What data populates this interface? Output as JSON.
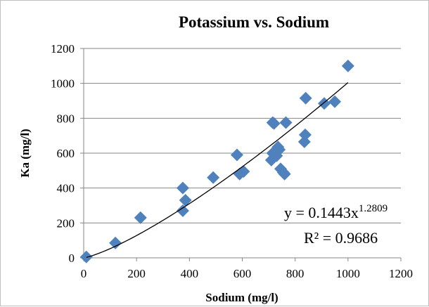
{
  "chart_data": {
    "type": "scatter",
    "title": "Potassium vs. Sodium",
    "xlabel": "Sodium (mg/l)",
    "ylabel": "Ka (mg/l)",
    "xlim": [
      0,
      1200
    ],
    "ylim": [
      0,
      1200
    ],
    "x_ticks": [
      0,
      200,
      400,
      600,
      800,
      1000,
      1200
    ],
    "y_ticks": [
      0,
      200,
      400,
      600,
      800,
      1000,
      1200
    ],
    "grid": "horizontal",
    "legend": "none",
    "marker": "diamond",
    "marker_color": "#4f81bd",
    "points": [
      {
        "x": 10,
        "y": 5
      },
      {
        "x": 120,
        "y": 85
      },
      {
        "x": 215,
        "y": 230
      },
      {
        "x": 375,
        "y": 270
      },
      {
        "x": 375,
        "y": 400
      },
      {
        "x": 385,
        "y": 330
      },
      {
        "x": 490,
        "y": 460
      },
      {
        "x": 580,
        "y": 590
      },
      {
        "x": 590,
        "y": 480
      },
      {
        "x": 605,
        "y": 495
      },
      {
        "x": 710,
        "y": 560
      },
      {
        "x": 715,
        "y": 600
      },
      {
        "x": 715,
        "y": 775
      },
      {
        "x": 720,
        "y": 770
      },
      {
        "x": 730,
        "y": 585
      },
      {
        "x": 735,
        "y": 635
      },
      {
        "x": 740,
        "y": 620
      },
      {
        "x": 745,
        "y": 510
      },
      {
        "x": 755,
        "y": 490
      },
      {
        "x": 760,
        "y": 480
      },
      {
        "x": 765,
        "y": 775
      },
      {
        "x": 835,
        "y": 665
      },
      {
        "x": 838,
        "y": 705
      },
      {
        "x": 840,
        "y": 915
      },
      {
        "x": 910,
        "y": 885
      },
      {
        "x": 950,
        "y": 895
      },
      {
        "x": 1000,
        "y": 1100
      }
    ],
    "trendline": {
      "type": "power",
      "coefficient": 0.1443,
      "exponent": 1.2809,
      "x_range": [
        10,
        1000
      ],
      "color": "#000000",
      "equation_prefix": "y = 0.1443x",
      "equation_exponent": "1.2809",
      "r_squared_label": "R² = 0.9686"
    }
  }
}
